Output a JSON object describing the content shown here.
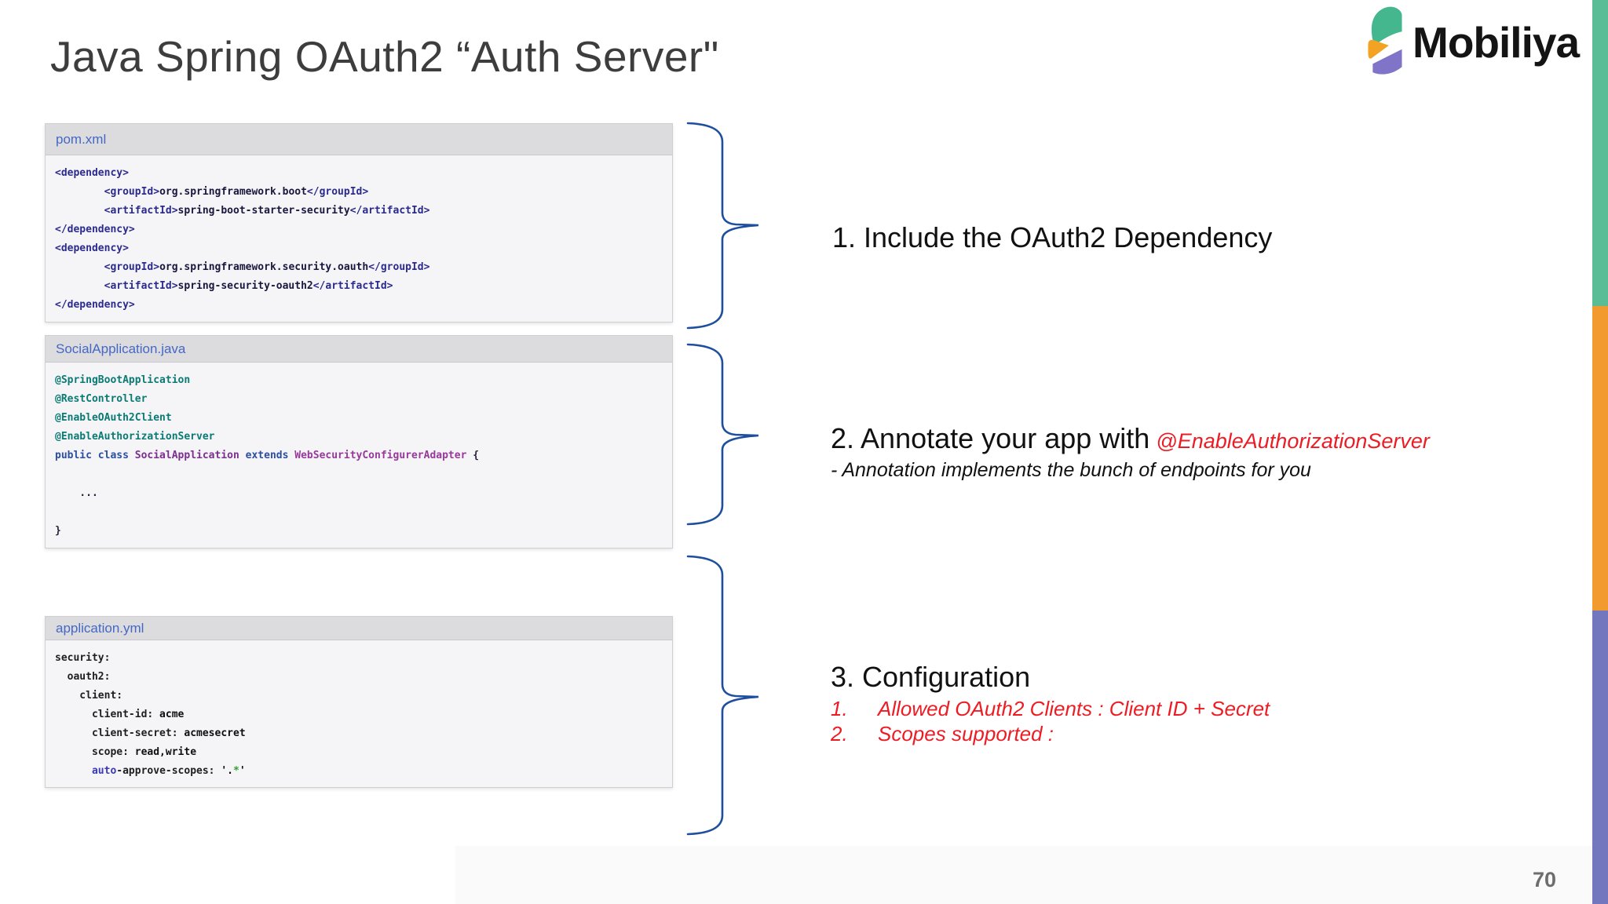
{
  "slide": {
    "title": "Java Spring OAuth2 “Auth Server\"",
    "page_number": "70"
  },
  "logo": {
    "text": "Mobiliya",
    "icon_colors": {
      "teal": "#45b78e",
      "orange": "#f2a324",
      "purple": "#7f74c8"
    }
  },
  "accent_bars": [
    {
      "name": "teal",
      "color": "#5abd96"
    },
    {
      "name": "orange",
      "color": "#f29a2e"
    },
    {
      "name": "purple",
      "color": "#7378be"
    }
  ],
  "brace_color": "#1d4f9e",
  "code_blocks": [
    {
      "filename": "pom.xml",
      "lines": [
        [
          {
            "c": "tag",
            "t": "<dependency>"
          }
        ],
        [
          {
            "c": "pln",
            "t": "        "
          },
          {
            "c": "tag",
            "t": "<groupId>"
          },
          {
            "c": "txt",
            "t": "org.springframework.boot"
          },
          {
            "c": "tag",
            "t": "</groupId>"
          }
        ],
        [
          {
            "c": "pln",
            "t": "        "
          },
          {
            "c": "tag",
            "t": "<artifactId>"
          },
          {
            "c": "txt",
            "t": "spring-boot-starter-security"
          },
          {
            "c": "tag",
            "t": "</artifactId>"
          }
        ],
        [
          {
            "c": "tag",
            "t": "</dependency>"
          }
        ],
        [
          {
            "c": "tag",
            "t": "<dependency>"
          }
        ],
        [
          {
            "c": "pln",
            "t": "        "
          },
          {
            "c": "tag",
            "t": "<groupId>"
          },
          {
            "c": "txt",
            "t": "org.springframework.security.oauth"
          },
          {
            "c": "tag",
            "t": "</groupId>"
          }
        ],
        [
          {
            "c": "pln",
            "t": "        "
          },
          {
            "c": "tag",
            "t": "<artifactId>"
          },
          {
            "c": "txt",
            "t": "spring-security-oauth2"
          },
          {
            "c": "tag",
            "t": "</artifactId>"
          }
        ],
        [
          {
            "c": "tag",
            "t": "</dependency>"
          }
        ]
      ]
    },
    {
      "filename": "SocialApplication.java",
      "lines": [
        [
          {
            "c": "ann",
            "t": "@SpringBootApplication"
          }
        ],
        [
          {
            "c": "ann",
            "t": "@RestController"
          }
        ],
        [
          {
            "c": "ann",
            "t": "@EnableOAuth2Client"
          }
        ],
        [
          {
            "c": "ann",
            "t": "@EnableAuthorizationServer"
          }
        ],
        [
          {
            "c": "kw",
            "t": "public class "
          },
          {
            "c": "cls",
            "t": "SocialApplication"
          },
          {
            "c": "kw",
            "t": " extends "
          },
          {
            "c": "typ",
            "t": "WebSecurityConfigurerAdapter"
          },
          {
            "c": "pln",
            "t": " {"
          }
        ],
        [],
        [
          {
            "c": "pln",
            "t": "    ..."
          }
        ],
        [],
        [
          {
            "c": "pln",
            "t": "}"
          }
        ]
      ]
    },
    {
      "filename": "application.yml",
      "lines": [
        [
          {
            "c": "key",
            "t": "security:"
          }
        ],
        [
          {
            "c": "key",
            "t": "  oauth2:"
          }
        ],
        [
          {
            "c": "key",
            "t": "    client:"
          }
        ],
        [
          {
            "c": "key",
            "t": "      client-id:"
          },
          {
            "c": "val",
            "t": " acme"
          }
        ],
        [
          {
            "c": "key",
            "t": "      client-secret:"
          },
          {
            "c": "val",
            "t": " acmesecret"
          }
        ],
        [
          {
            "c": "key",
            "t": "      scope:"
          },
          {
            "c": "val",
            "t": " read,write"
          }
        ],
        [
          {
            "c": "auto",
            "t": "      auto"
          },
          {
            "c": "key",
            "t": "-approve-scopes:"
          },
          {
            "c": "val",
            "t": " '."
          },
          {
            "c": "star",
            "t": "*"
          },
          {
            "c": "val",
            "t": "'"
          }
        ]
      ]
    }
  ],
  "annotations": {
    "step1": {
      "text": "1. Include the OAuth2 Dependency"
    },
    "step2": {
      "text": "2. Annotate your app with",
      "highlight": "@EnableAuthorizationServer",
      "note": "- Annotation implements the bunch of endpoints for you"
    },
    "step3": {
      "text": "3. Configuration",
      "items": [
        {
          "num": "1.",
          "text": "Allowed OAuth2 Clients : Client ID + Secret"
        },
        {
          "num": "2.",
          "text": "Scopes supported :"
        }
      ]
    }
  }
}
